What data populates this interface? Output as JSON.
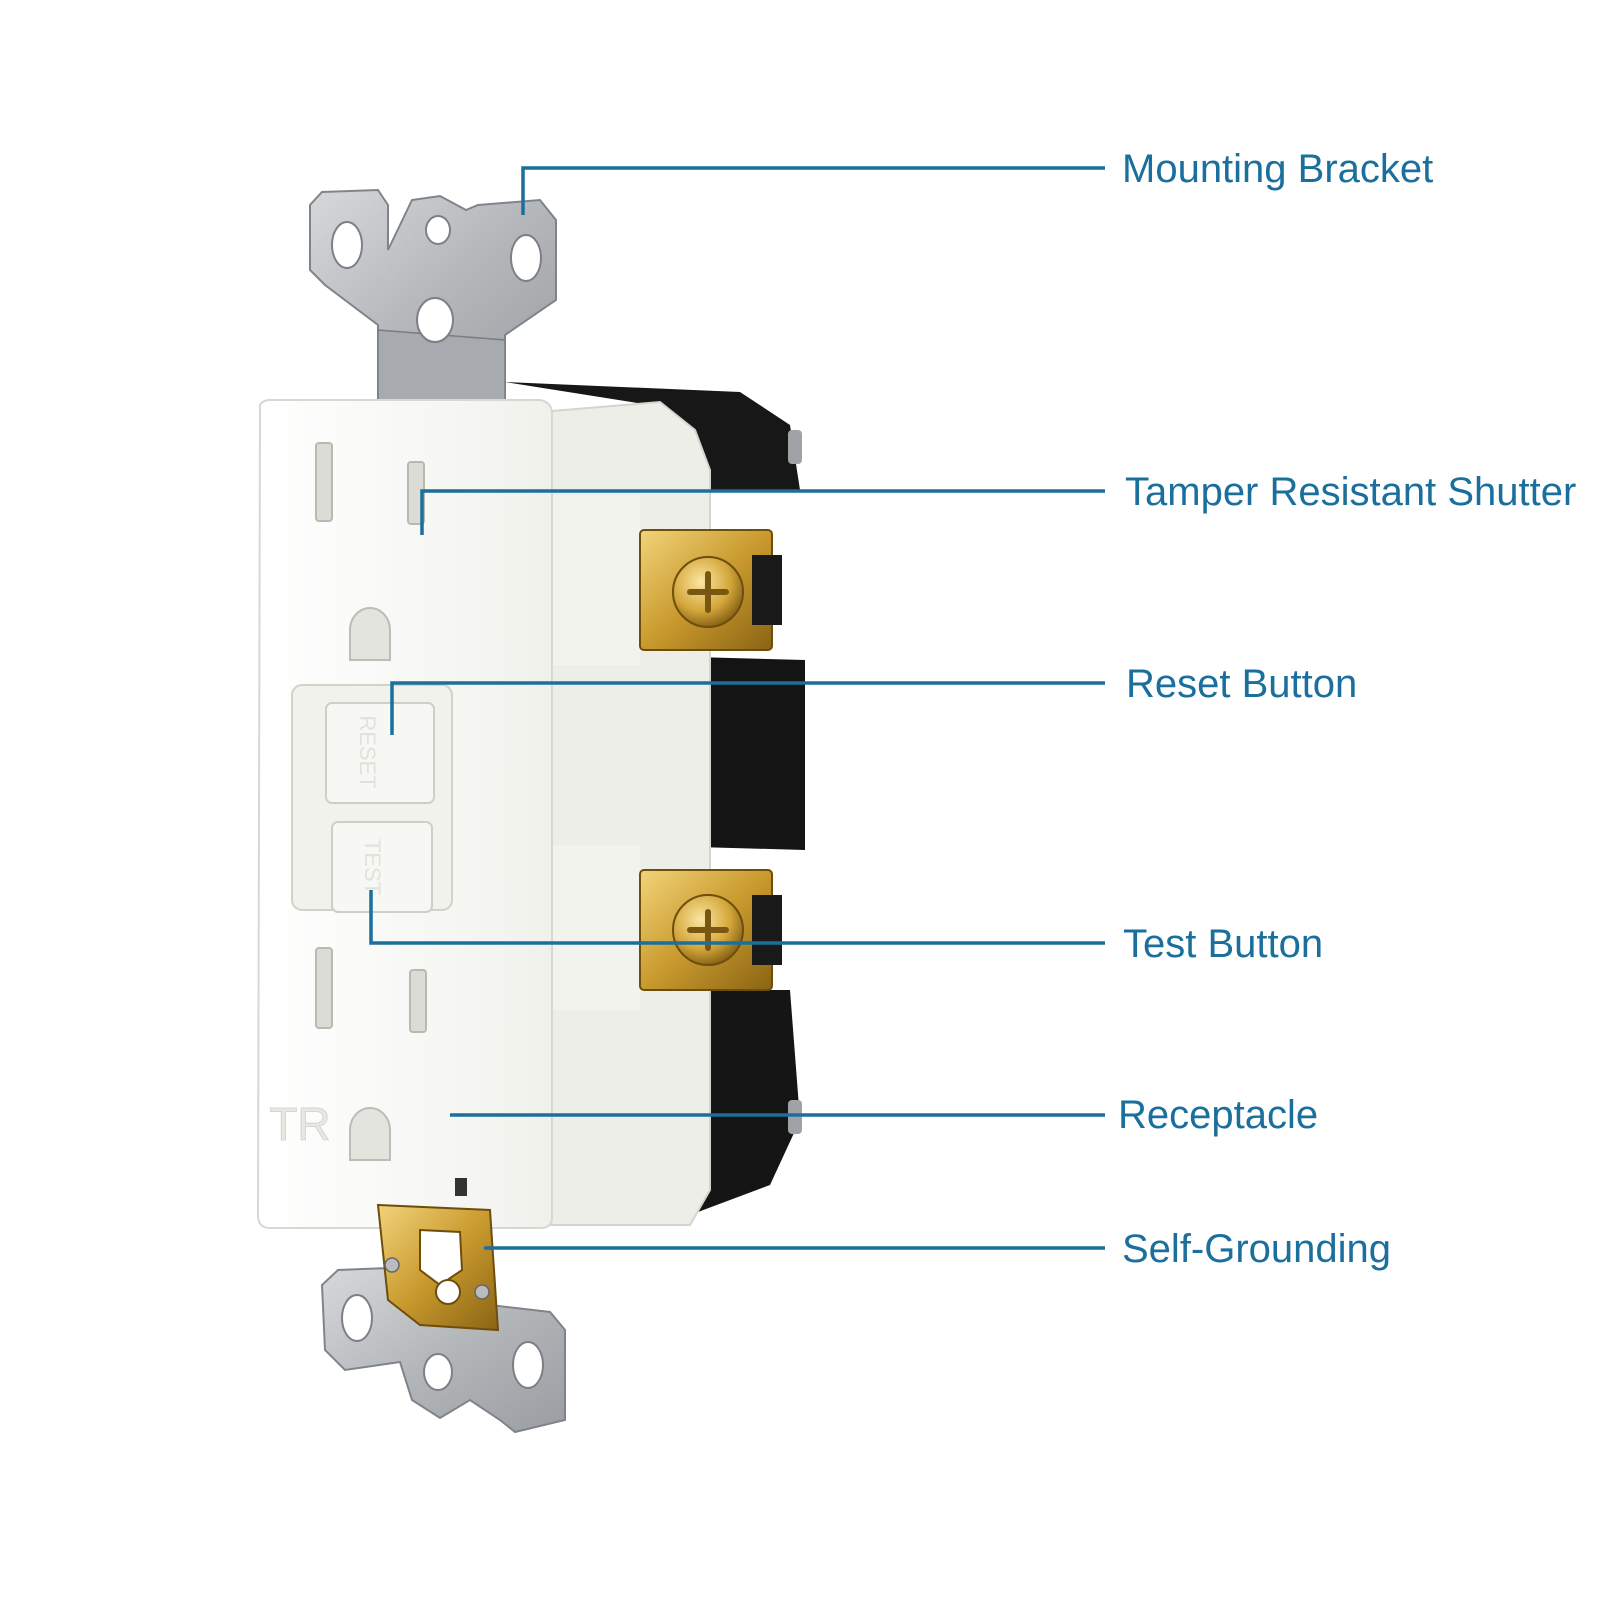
{
  "colors": {
    "label": "#1b6f9c",
    "leader": "#1b6f9c",
    "receptacle_face": "#f8f8f5",
    "receptacle_side": "#ecece6",
    "black_housing": "#161616",
    "steel": "#b9bbbe",
    "brass": "#c99a2e"
  },
  "device": {
    "tr_mark": "TR",
    "reset_text": "RESET",
    "test_text": "TEST"
  },
  "callouts": [
    {
      "label": "Mounting Bracket"
    },
    {
      "label": "Tamper Resistant Shutter"
    },
    {
      "label": "Reset Button"
    },
    {
      "label": "Test Button"
    },
    {
      "label": "Receptacle"
    },
    {
      "label": "Self-Grounding"
    }
  ]
}
